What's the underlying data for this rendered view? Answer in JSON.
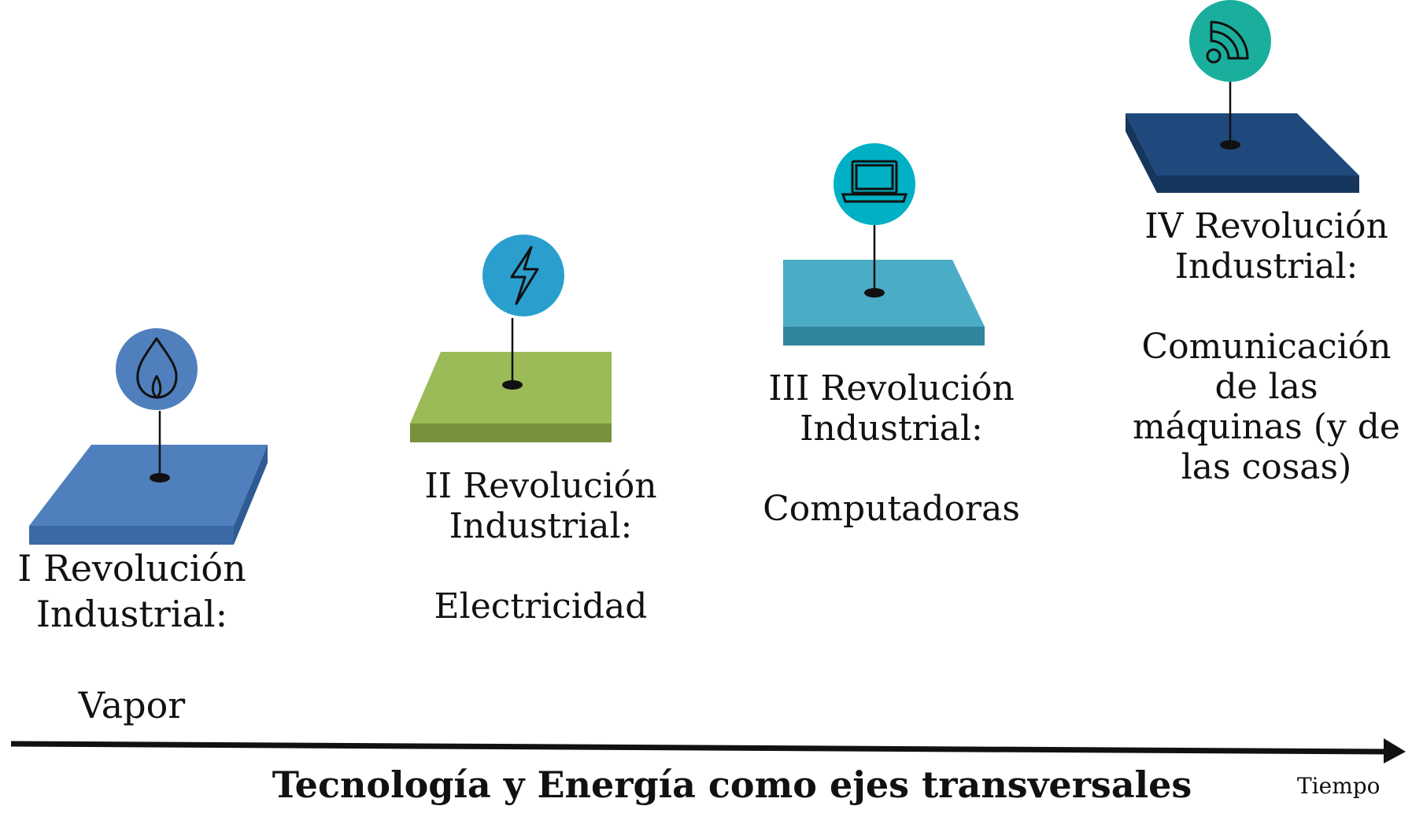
{
  "stages": [
    {
      "id": "first",
      "title_line1": "I Revolución",
      "title_line2": "Industrial:",
      "subtitle": "Vapor",
      "subtitle_line2": "",
      "icon": "flame-icon",
      "platform_top_color": "#4f80bd",
      "platform_side_color": "#2f5a93",
      "icon_color": "#4f80bd"
    },
    {
      "id": "second",
      "title_line1": "II Revolución",
      "title_line2": "Industrial:",
      "subtitle": "Electricidad",
      "subtitle_line2": "",
      "icon": "lightning-bolt-icon",
      "platform_top_color": "#9bbb59",
      "platform_side_color": "#76923c",
      "icon_color": "#2a9fce"
    },
    {
      "id": "third",
      "title_line1": "III Revolución",
      "title_line2": "Industrial:",
      "subtitle": "Computadoras",
      "subtitle_line2": "",
      "icon": "laptop-icon",
      "platform_top_color": "#4bacc6",
      "platform_side_color": "#31859c",
      "icon_color": "#00b0c4"
    },
    {
      "id": "fourth",
      "title_line1": "IV Revolución",
      "title_line2": "Industrial:",
      "subtitle": "Comunicación",
      "subtitle_line2": "de las",
      "subtitle_line3": "máquinas (y de",
      "subtitle_line4": "las cosas)",
      "icon": "wireless-signal-icon",
      "platform_top_color": "#1f497d",
      "platform_side_color": "#17365d",
      "icon_color": "#1aaf9c"
    }
  ],
  "axis": {
    "caption": "Tecnología y Energía como ejes transversales",
    "time_label": "Tiempo"
  }
}
